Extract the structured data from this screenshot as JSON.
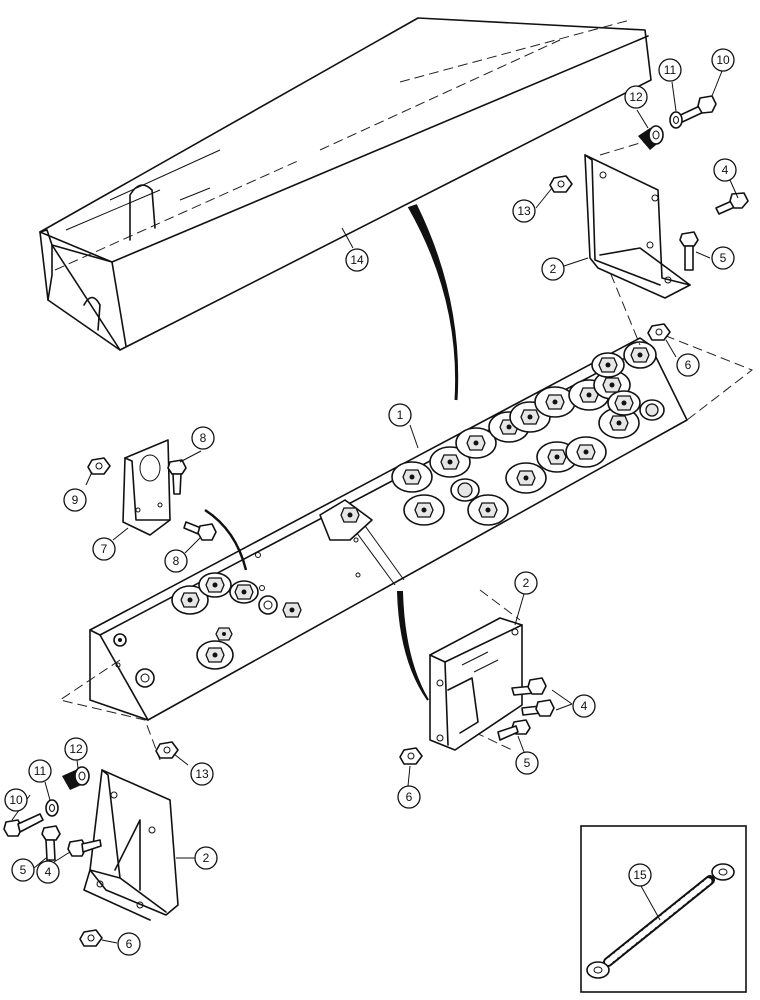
{
  "figure": {
    "callouts": [
      {
        "id": "c1",
        "label": "1"
      },
      {
        "id": "c2a",
        "label": "2"
      },
      {
        "id": "c2b",
        "label": "2"
      },
      {
        "id": "c2c",
        "label": "2"
      },
      {
        "id": "c4a",
        "label": "4"
      },
      {
        "id": "c4b",
        "label": "4"
      },
      {
        "id": "c4c",
        "label": "4"
      },
      {
        "id": "c5a",
        "label": "5"
      },
      {
        "id": "c5b",
        "label": "5"
      },
      {
        "id": "c5c",
        "label": "5"
      },
      {
        "id": "c6a",
        "label": "6"
      },
      {
        "id": "c6b",
        "label": "6"
      },
      {
        "id": "c6c",
        "label": "6"
      },
      {
        "id": "c7",
        "label": "7"
      },
      {
        "id": "c8a",
        "label": "8"
      },
      {
        "id": "c8b",
        "label": "8"
      },
      {
        "id": "c9",
        "label": "9"
      },
      {
        "id": "c10a",
        "label": "10"
      },
      {
        "id": "c10b",
        "label": "10"
      },
      {
        "id": "c11a",
        "label": "11"
      },
      {
        "id": "c11b",
        "label": "11"
      },
      {
        "id": "c12a",
        "label": "12"
      },
      {
        "id": "c12b",
        "label": "12"
      },
      {
        "id": "c13a",
        "label": "13"
      },
      {
        "id": "c13b",
        "label": "13"
      },
      {
        "id": "c14",
        "label": "14"
      },
      {
        "id": "c15",
        "label": "15"
      }
    ]
  }
}
